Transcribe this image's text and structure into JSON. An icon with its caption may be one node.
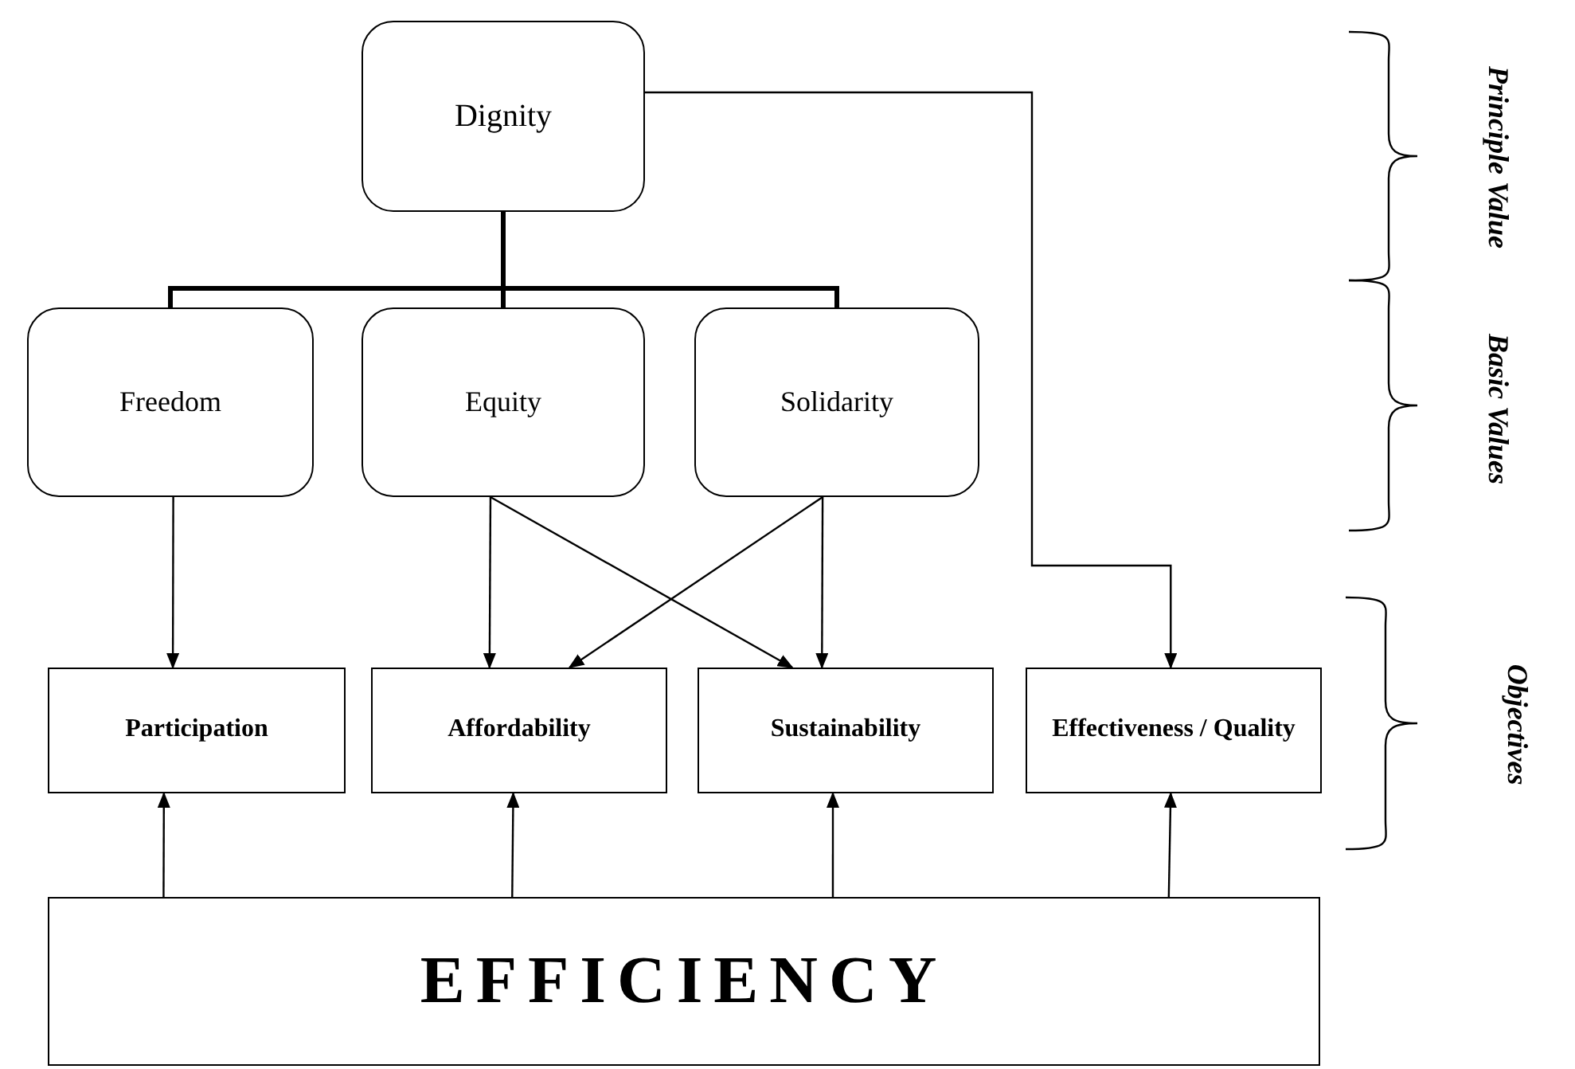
{
  "diagram": {
    "nodes": [
      {
        "text": [
          "Dignity"
        ]
      },
      {
        "text": [
          "Freedom"
        ]
      },
      {
        "text": [
          "Equity"
        ]
      },
      {
        "text": [
          "Solidarity"
        ]
      },
      {
        "text": [
          "Participation"
        ]
      },
      {
        "text": [
          "Affordability"
        ]
      },
      {
        "text": [
          "Sustainability"
        ]
      },
      {
        "text": [
          "Effectiveness / Quality"
        ]
      },
      {
        "text": [
          "EFFICIENCY"
        ]
      }
    ],
    "edges": [
      {
        "from": 0,
        "to": 1,
        "arrow": "none",
        "style": "thick"
      },
      {
        "from": 0,
        "to": 2,
        "arrow": "none",
        "style": "thick"
      },
      {
        "from": 0,
        "to": 3,
        "arrow": "none",
        "style": "thick"
      },
      {
        "from": 0,
        "to": 7,
        "arrow": "to"
      },
      {
        "from": 1,
        "to": 4,
        "arrow": "to"
      },
      {
        "from": 2,
        "to": 5,
        "arrow": "to"
      },
      {
        "from": 2,
        "to": 6,
        "arrow": "to"
      },
      {
        "from": 3,
        "to": 5,
        "arrow": "to"
      },
      {
        "from": 3,
        "to": 6,
        "arrow": "to"
      },
      {
        "from": 8,
        "to": 4,
        "arrow": "to"
      },
      {
        "from": 8,
        "to": 5,
        "arrow": "to"
      },
      {
        "from": 8,
        "to": 6,
        "arrow": "to"
      },
      {
        "from": 8,
        "to": 7,
        "arrow": "to"
      }
    ],
    "labels": [
      "Principle Value",
      "Basic Values",
      "Objectives"
    ]
  }
}
